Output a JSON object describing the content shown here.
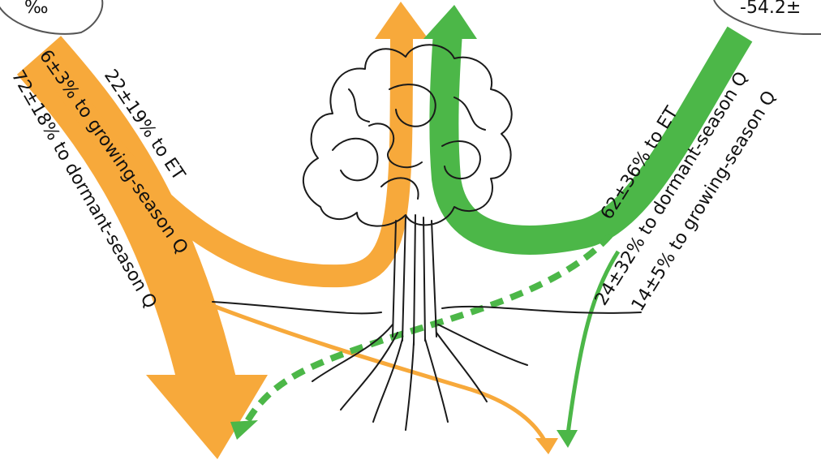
{
  "colors": {
    "dormant_season": "#F7A93B",
    "growing_season": "#4CB748",
    "outline": "#1a1a1a",
    "label_text": "#111111"
  },
  "corner_badges": {
    "left": "‰",
    "right": "-54.2±"
  },
  "dormant_partitioning": {
    "to_et": "22±19% to ET",
    "to_growing_q": "6±3% to growing-season Q",
    "to_dormant_q": "72±18% to dormant-season Q"
  },
  "growing_partitioning": {
    "to_et": "62±36% to ET",
    "to_dormant_q": "24±32% to dormant-season Q",
    "to_growing_q": "14±5% to growing-season Q"
  }
}
